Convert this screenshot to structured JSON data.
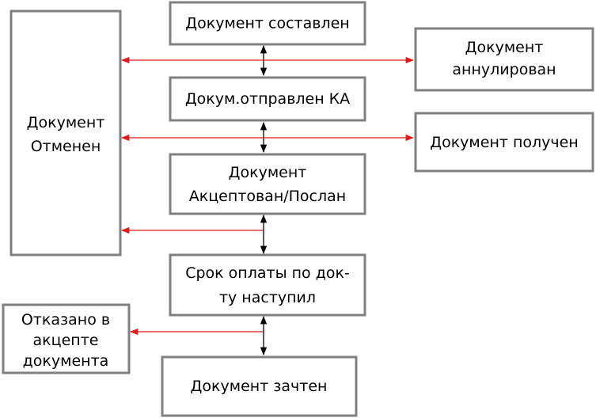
{
  "colors": {
    "box_border": "#808080",
    "state_link": "#000000",
    "cancel_link": "#e01b1b"
  },
  "nodes": {
    "composed": "Документ составлен",
    "sent_ka": "Докум.отправлен КА",
    "accepted": [
      "Документ",
      "Акцептован/Послан"
    ],
    "due": [
      "Срок оплаты по док-",
      "ту наступил"
    ],
    "credited": "Документ зачтен",
    "cancelled": [
      "Документ",
      "Отменен"
    ],
    "annulled": [
      "Документ",
      "аннулирован"
    ],
    "received": "Документ получен",
    "refused": [
      "Отказано в",
      "акцепте",
      "документа"
    ]
  }
}
